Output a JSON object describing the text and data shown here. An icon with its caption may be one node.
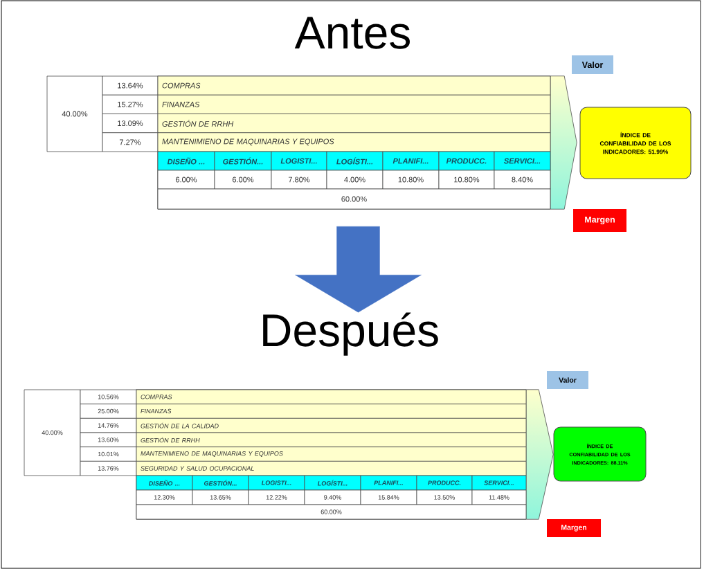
{
  "diagram": {
    "nodes": [
      {
        "text": [
          "Antes"
        ]
      },
      {
        "text": [],
        "shape": "chevron"
      },
      {
        "text": [
          "ÍNDICE DE CONFIABILIDAD DE LOS INDICADORES: 51.99%"
        ]
      },
      {
        "text": [
          "Valor"
        ]
      },
      {
        "text": [
          "Margen"
        ]
      },
      {
        "text": [
          "Después"
        ]
      },
      {
        "text": [],
        "shape": "chevron"
      },
      {
        "text": [
          "ÍNDICE DE CONFIABILIDAD DE LOS INDICADORES: 88.11%"
        ]
      },
      {
        "text": [
          "Valor"
        ]
      },
      {
        "text": [
          "Margen"
        ]
      }
    ],
    "edges": [
      {
        "from": 1,
        "to": 5,
        "arrow": "to"
      }
    ],
    "labels": [
      "40.00%",
      "13.64%",
      "COMPRAS",
      "15.27%",
      "FINANZAS",
      "13.09%",
      "GESTIÓN DE RRHH",
      "7.27%",
      "MANTENIMIENO DE MAQUINARIAS Y EQUIPOS",
      "DISEÑO ...",
      "GESTIÓN...",
      "LOGISTI...",
      "LOGÍSTI...",
      "PLANIFI...",
      "PRODUCC.",
      "SERVICI...",
      "6.00%",
      "6.00%",
      "7.80%",
      "4.00%",
      "10.80%",
      "10.80%",
      "8.40%",
      "60.00%",
      "40.00%",
      "10.56%",
      "COMPRAS",
      "25.00%",
      "FINANZAS",
      "14.76%",
      "GESTIÓN DE LA CALIDAD",
      "13.60%",
      "GESTIÓN DE RRHH",
      "10.01%",
      "MANTENIMIENO DE MAQUINARIAS Y EQUIPOS",
      "13.76%",
      "SEGURIDAD Y SALUD OCUPACIONAL",
      "DISEÑO ...",
      "GESTIÓN...",
      "LOGISTI...",
      "LOGÍSTI...",
      "PLANIFI...",
      "PRODUCC.",
      "SERVICI...",
      "12.30%",
      "13.65%",
      "12.22%",
      "9.40%",
      "15.84%",
      "13.50%",
      "11.48%",
      "60.00%"
    ]
  }
}
